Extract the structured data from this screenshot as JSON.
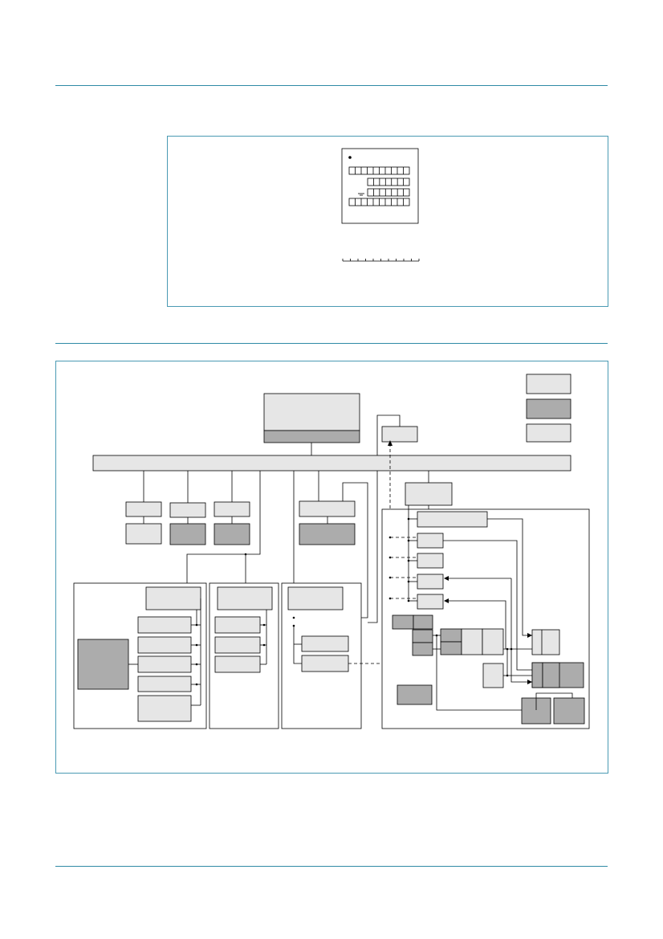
{
  "colors": {
    "rule": "#2f8aa6",
    "panel_border": "#4a9ab3",
    "block_light": "#e6e6e6",
    "block_dark": "#acacac",
    "block_white": "#ffffff",
    "line": "#000000"
  },
  "figure_top": {
    "description_hidden": true
  },
  "figure_block_diagram": {
    "legend_swatches": [
      "light",
      "dark",
      "light"
    ]
  }
}
